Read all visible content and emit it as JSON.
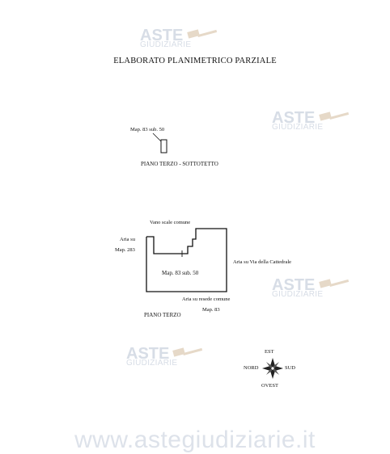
{
  "title": "ELABORATO PLANIMETRICO PARZIALE",
  "watermark": {
    "brand": "ASTE",
    "sub": "GIUDIZIARIE"
  },
  "footer": "www.astegiudiziarie.it",
  "sottotetto": {
    "callout": "Map. 83 sub. 50",
    "floor": "PIANO TERZO - SOTTOTETTO"
  },
  "piano_terzo": {
    "top_label": "Vano scale comune",
    "left_label_1": "Aria su",
    "left_label_2": "Map. 283",
    "right_label": "Aria su Via della Cattedrale",
    "center_label": "Map. 83 sub. 50",
    "bottom_label_1": "Aria su resede comune",
    "bottom_label_2": "Map. 83",
    "floor": "PIANO TERZO"
  },
  "compass": {
    "north": "EST",
    "west": "NORD",
    "east": "SUD",
    "south": "OVEST"
  }
}
